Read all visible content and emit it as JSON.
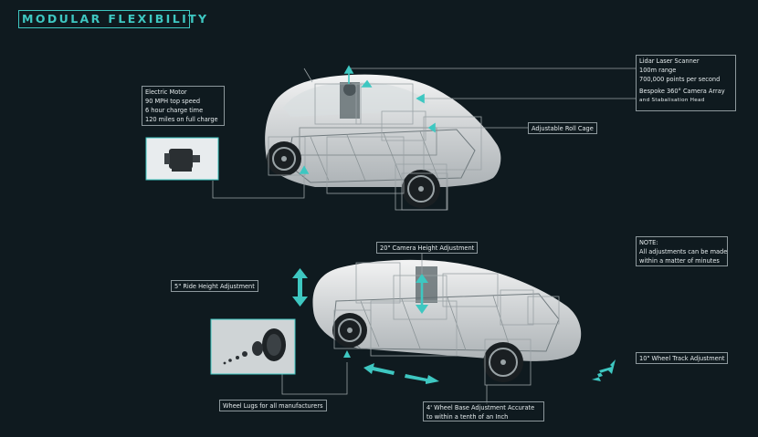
{
  "title": "MODULAR FLEXIBILITY",
  "top": {
    "electric_motor": {
      "heading": "Electric Motor",
      "lines": [
        "90 MPH top speed",
        "6 hour charge time",
        "120 miles on full charge"
      ]
    },
    "lidar": {
      "heading": "Lidar Laser Scanner",
      "lines": [
        "100m range",
        "700,000 points per second"
      ]
    },
    "camera_array": {
      "heading": "Bespoke 360° Camera Array",
      "sub": "and Stabalisation Head"
    },
    "roll_cage": "Adjustable Roll Cage"
  },
  "bottom": {
    "camera_height": "20\" Camera Height Adjustment",
    "note": {
      "heading": "NOTE:",
      "lines": [
        "All adjustments can be made",
        "within a matter of minutes"
      ]
    },
    "ride_height": "5\" Ride Height Adjustment",
    "wheel_track": "10\" Wheel Track Adjustment",
    "wheel_lugs": "Wheel Lugs for all manufacturers",
    "wheel_base": {
      "line1": "4' Wheel Base Adjustment Accurate",
      "line2": "to within a tenth of an Inch"
    }
  },
  "colors": {
    "accent": "#3ec7c1",
    "background": "#0f1a1f",
    "line": "#8d989c"
  }
}
